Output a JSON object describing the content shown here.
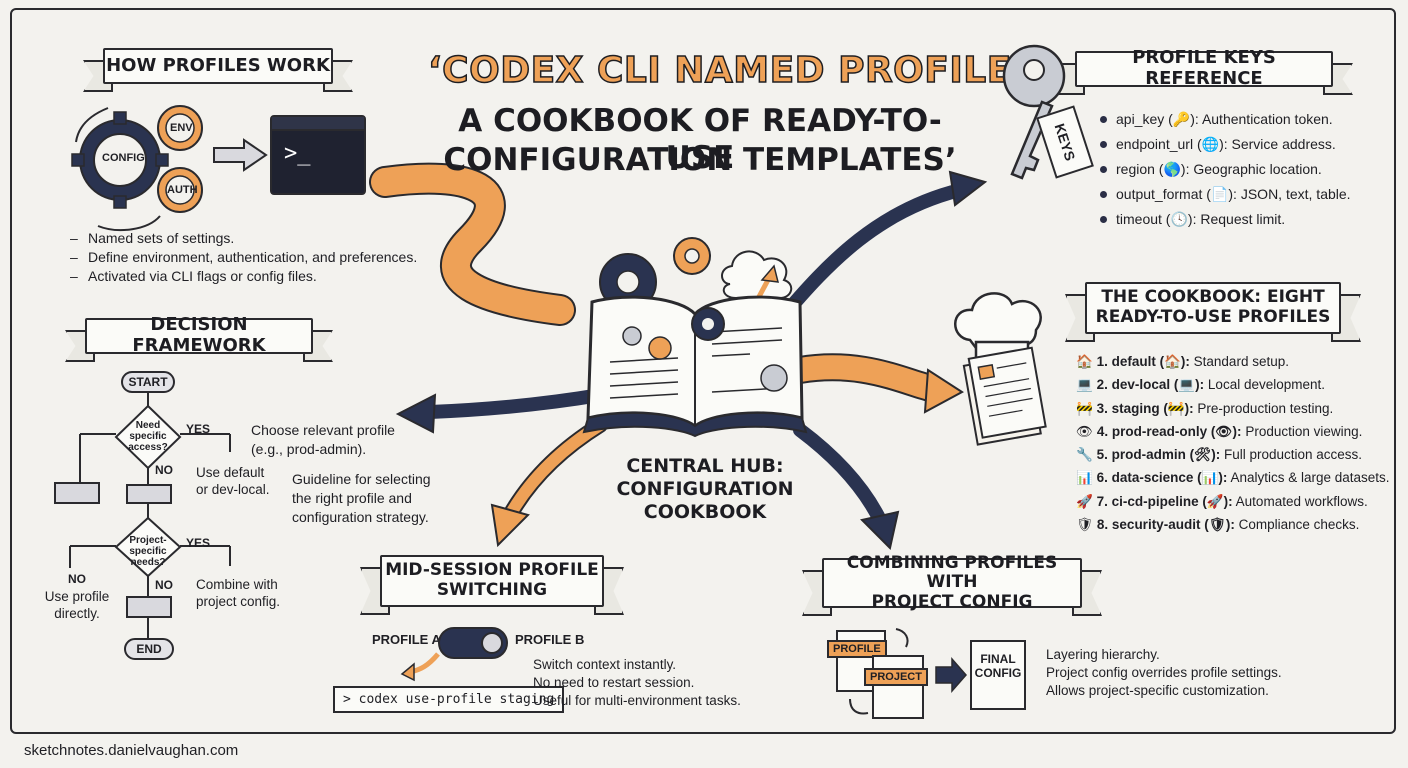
{
  "title": {
    "line1": "‘CODEX CLI NAMED PROFILES:",
    "line2": "A COOKBOOK OF READY-TO-USE",
    "line3": "CONFIGURATION TEMPLATES’"
  },
  "how_profiles": {
    "heading": "HOW PROFILES WORK",
    "gear_config": "CONFIG",
    "gear_env": "ENV",
    "gear_auth": "AUTH",
    "terminal_prompt": ">_",
    "bullets": [
      "Named sets of settings.",
      "Define environment, authentication, and preferences.",
      "Activated via CLI flags or config files."
    ]
  },
  "profile_keys": {
    "heading": "PROFILE KEYS REFERENCE",
    "tag_label": "KEYS",
    "items": [
      {
        "key": "api_key",
        "glyph": "🔑",
        "desc": "Authentication token."
      },
      {
        "key": "endpoint_url",
        "glyph": "🌐",
        "desc": "Service address."
      },
      {
        "key": "region",
        "glyph": "🌎",
        "desc": "Geographic location."
      },
      {
        "key": "output_format",
        "glyph": "📄",
        "desc": "JSON, text, table."
      },
      {
        "key": "timeout",
        "glyph": "🕓",
        "desc": "Request limit."
      }
    ]
  },
  "decision": {
    "heading": "DECISION FRAMEWORK",
    "start": "START",
    "end": "END",
    "q1": "Need specific access?",
    "q2": "Project-specific needs?",
    "yes": "YES",
    "no": "NO",
    "yes1_text": "Choose relevant profile (e.g., prod-admin).",
    "no1_text": "Use default or dev-local.",
    "yes2_text": "Combine with project config.",
    "no2_text": "Use profile directly.",
    "guideline": "Guideline for selecting the right profile and configuration strategy."
  },
  "hub": {
    "line1": "CENTRAL HUB:",
    "line2": "CONFIGURATION",
    "line3": "COOKBOOK"
  },
  "cookbook": {
    "heading_line1": "THE COOKBOOK: EIGHT",
    "heading_line2": "READY-TO-USE PROFILES",
    "items": [
      {
        "icon": "🏠",
        "label": "1. default (🏠):",
        "desc": "Standard setup."
      },
      {
        "icon": "💻",
        "label": "2. dev-local (💻):",
        "desc": "Local development."
      },
      {
        "icon": "🚧",
        "label": "3. staging (🚧):",
        "desc": "Pre-production testing."
      },
      {
        "icon": "👁",
        "label": "4. prod-read-only (👁):",
        "desc": "Production viewing."
      },
      {
        "icon": "🔧",
        "label": "5. prod-admin (🛠):",
        "desc": "Full production access."
      },
      {
        "icon": "📊",
        "label": "6. data-science (📊):",
        "desc": "Analytics & large datasets."
      },
      {
        "icon": "🚀",
        "label": "7. ci-cd-pipeline (🚀):",
        "desc": "Automated workflows."
      },
      {
        "icon": "🛡",
        "label": "8. security-audit (🛡):",
        "desc": "Compliance checks."
      }
    ]
  },
  "switching": {
    "heading_line1": "MID-SESSION PROFILE",
    "heading_line2": "SWITCHING",
    "profile_a": "PROFILE A",
    "profile_b": "PROFILE B",
    "command": "> codex use-profile staging",
    "notes": [
      "Switch context instantly.",
      "No need to restart session.",
      "Useful for multi-environment tasks."
    ]
  },
  "combining": {
    "heading_line1": "COMBINING PROFILES WITH",
    "heading_line2": "PROJECT CONFIG",
    "profile_tag": "PROFILE",
    "project_tag": "PROJECT",
    "final_line1": "FINAL",
    "final_line2": "CONFIG",
    "notes": [
      "Layering hierarchy.",
      "Project config overrides profile settings.",
      "Allows project-specific customization."
    ]
  },
  "footer": "sketchnotes.danielvaughan.com",
  "colors": {
    "navy": "#2a3350",
    "orange": "#eea157",
    "ink": "#2a2a2e",
    "paper": "#f3f2ee"
  }
}
